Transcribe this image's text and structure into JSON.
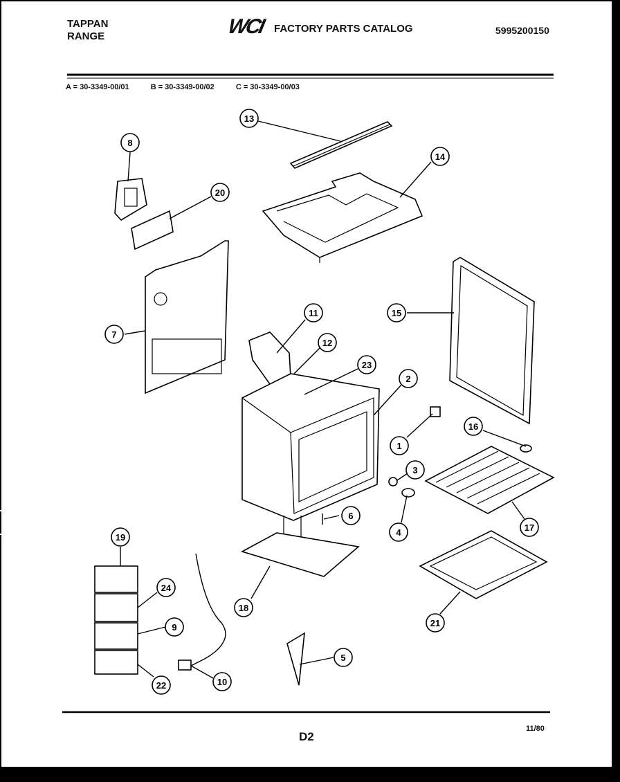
{
  "header": {
    "brand_line1": "TAPPAN",
    "brand_line2": "RANGE",
    "logo_text": "WCI",
    "catalog_title": "FACTORY PARTS CATALOG",
    "part_number": "5995200150"
  },
  "models": [
    "A = 30-3349-00/01",
    "B = 30-3349-00/02",
    "C = 30-3349-00/03"
  ],
  "callouts": [
    "1",
    "2",
    "3",
    "4",
    "5",
    "6",
    "7",
    "8",
    "9",
    "10",
    "11",
    "12",
    "13",
    "14",
    "15",
    "16",
    "17",
    "18",
    "19",
    "20",
    "21",
    "22",
    "23",
    "24"
  ],
  "footer": {
    "page_label": "D2",
    "date": "11/80"
  }
}
